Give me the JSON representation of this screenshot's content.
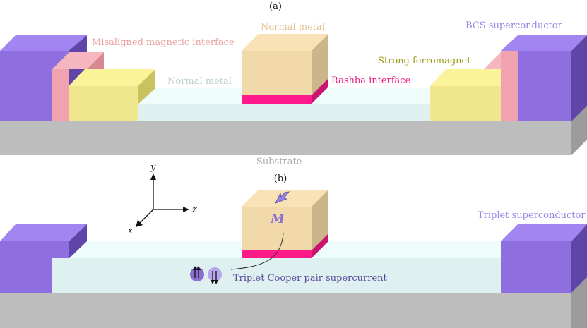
{
  "panels": {
    "a_label": "(a)",
    "b_label": "(b)"
  },
  "labels_a": {
    "misaligned": "Misaligned magnetic interface",
    "normal_metal_top": "Normal metal",
    "normal_metal_mid": "Normal metal",
    "bcs": "BCS superconductor",
    "strong_ferro": "Strong ferromagnet",
    "rashba": "Rashba interface",
    "substrate": "Substrate"
  },
  "labels_b": {
    "triplet_sc": "Triplet superconductor",
    "supercurrent": "Triplet Cooper pair supercurrent",
    "magnetization": "M"
  },
  "axes": {
    "x": "x",
    "y": "y",
    "z": "z"
  },
  "colors": {
    "purple": "#8f6fe0",
    "pink": "#f0a3ae",
    "yellow": "#f3ec8c",
    "normal_metal": "#f5d9a8",
    "rashba": "#ff1a8c",
    "thin_film": "#def0ef",
    "substrate": "#bdbdbd",
    "text_pink": "#e9a3a0",
    "text_tan": "#e3c38e",
    "text_light": "#b8cfd0",
    "text_olive": "#9a9a10",
    "text_purple": "#9b82e6",
    "text_rashba": "#ea1a82",
    "text_substrate": "#aaaaaa",
    "text_supercurrent": "#5a4aa0"
  }
}
